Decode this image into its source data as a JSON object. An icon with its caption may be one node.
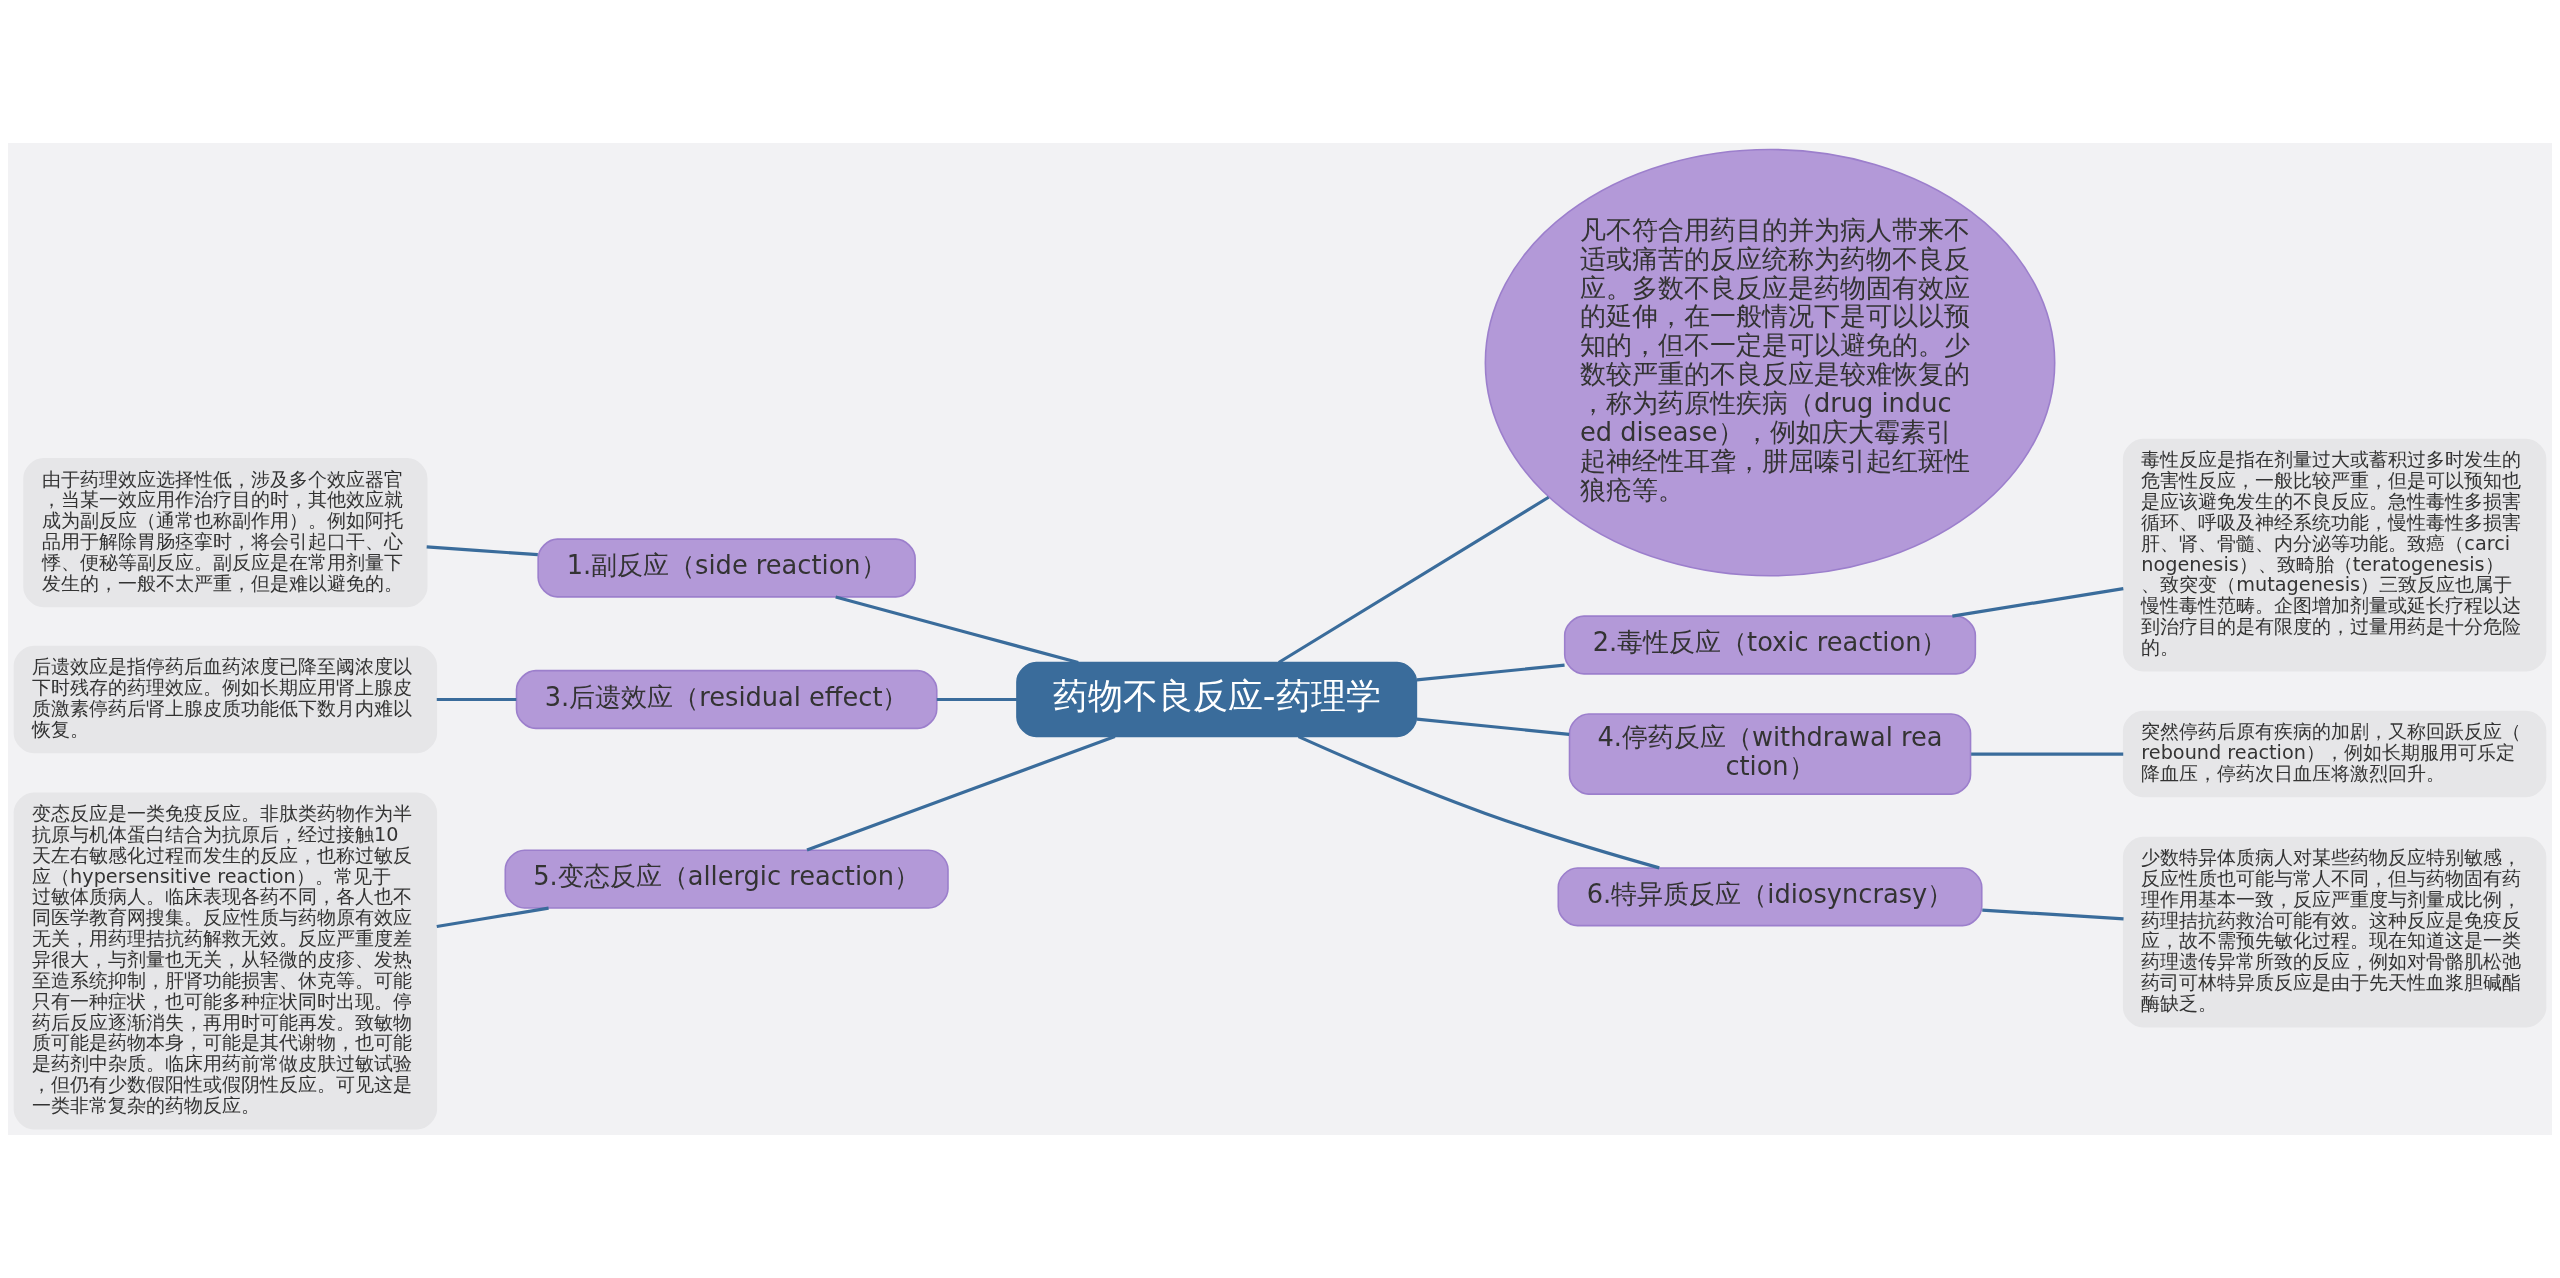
{
  "diagram": {
    "nodes": [
      {
        "text": [
          "药物不良反应-药理学"
        ]
      },
      {
        "text": [
          "凡不符合用药目的并为病人带来不适或痛苦的反应统称为药物不良反应。多数不良反应是药物固有效应的延伸，在一般情况下是可以以预知的，但不一定是可以避免的。少数较严重的不良反应是较难恢复的，称为药原性疾病（drug induced disease），例如庆大霉素引起神经性耳聋，肼屈嗪引起红斑性狼疮等。"
        ]
      },
      {
        "text": [
          "1.副反应（side reaction）"
        ]
      },
      {
        "text": [
          "由于药理效应选择性低，涉及多个效应器官，当某一效应用作治疗目的时，其他效应就成为副反应（通常也称副作用）。例如阿托品用于解除胃肠痉挛时，将会引起口干、心悸、便秘等副反应。副反应是在常用剂量下发生的，一般不太严重，但是难以避免的。"
        ]
      },
      {
        "text": [
          "3.后遗效应（residual effect）"
        ]
      },
      {
        "text": [
          "后遗效应是指停药后血药浓度已降至阈浓度以下时残存的药理效应。例如长期应用肾上腺皮质激素停药后肾上腺皮质功能低下数月内难以恢复。"
        ]
      },
      {
        "text": [
          "5.变态反应（allergic reaction）"
        ]
      },
      {
        "text": [
          "变态反应是一类免疫反应。非肽类药物作为半抗原与机体蛋白结合为抗原后，经过接触10天左右敏感化过程而发生的反应，也称过敏反应（hypersensitive reaction）。常见于过敏体质病人。临床表现各药不同，各人也不同医学教育网搜集。反应性质与药物原有效应无关，用药理拮抗药解救无效。反应严重度差异很大，与剂量也无关，从轻微的皮疹、发热至造系统抑制，肝肾功能损害、休克等。可能只有一种症状，也可能多种症状同时出现。停药后反应逐渐消失，再用时可能再发。致敏物质可能是药物本身，可能是其代谢物，也可能是药剂中杂质。临床用药前常做皮肤过敏试验，但仍有少数假阳性或假阴性反应。可见这是一类非常复杂的药物反应。"
        ]
      },
      {
        "text": [
          "2.毒性反应（toxic reaction）"
        ]
      },
      {
        "text": [
          "毒性反应是指在剂量过大或蓄积过多时发生的危害性反应，一般比较严重，但是可以预知也是应该避免发生的不良反应。急性毒性多损害循环、呼吸及神经系统功能，慢性毒性多损害肝、肾、骨髓、内分泌等功能。致癌（carcinogenesis）、致畸胎（teratogenesis）、致突变（mutagenesis）三致反应也属于慢性毒性范畴。企图增加剂量或延长疗程以达到治疗目的是有限度的，过量用药是十分危险的。"
        ]
      },
      {
        "text": [
          "4.停药反应（withdrawal reaction）"
        ]
      },
      {
        "text": [
          "突然停药后原有疾病的加剧，又称回跃反应（rebound reaction），例如长期服用可乐定降血压，停药次日血压将激烈回升。"
        ]
      },
      {
        "text": [
          "6.特异质反应（idiosyncrasy）"
        ]
      },
      {
        "text": [
          "少数特异体质病人对某些药物反应特别敏感，反应性质也可能与常人不同，但与药物固有药理作用基本一致，反应严重度与剂量成比例，药理拮抗药救治可能有效。这种反应是免疫反应，故不需预先敏化过程。现在知道这是一类药理遗传异常所致的反应，例如对骨骼肌松弛药司可林特异质反应是由于先天性血浆胆碱酯酶缺乏。"
        ]
      }
    ],
    "edges": [
      {
        "from": 0,
        "to": 1,
        "arrow": "none"
      },
      {
        "from": 0,
        "to": 2,
        "arrow": "none"
      },
      {
        "from": 2,
        "to": 3,
        "arrow": "none"
      },
      {
        "from": 0,
        "to": 4,
        "arrow": "none"
      },
      {
        "from": 4,
        "to": 5,
        "arrow": "none"
      },
      {
        "from": 0,
        "to": 6,
        "arrow": "none"
      },
      {
        "from": 6,
        "to": 7,
        "arrow": "none"
      },
      {
        "from": 0,
        "to": 8,
        "arrow": "none"
      },
      {
        "from": 8,
        "to": 9,
        "arrow": "none"
      },
      {
        "from": 0,
        "to": 10,
        "arrow": "none"
      },
      {
        "from": 10,
        "to": 11,
        "arrow": "none"
      },
      {
        "from": 0,
        "to": 12,
        "arrow": "none"
      },
      {
        "from": 12,
        "to": 13,
        "arrow": "none"
      }
    ]
  }
}
